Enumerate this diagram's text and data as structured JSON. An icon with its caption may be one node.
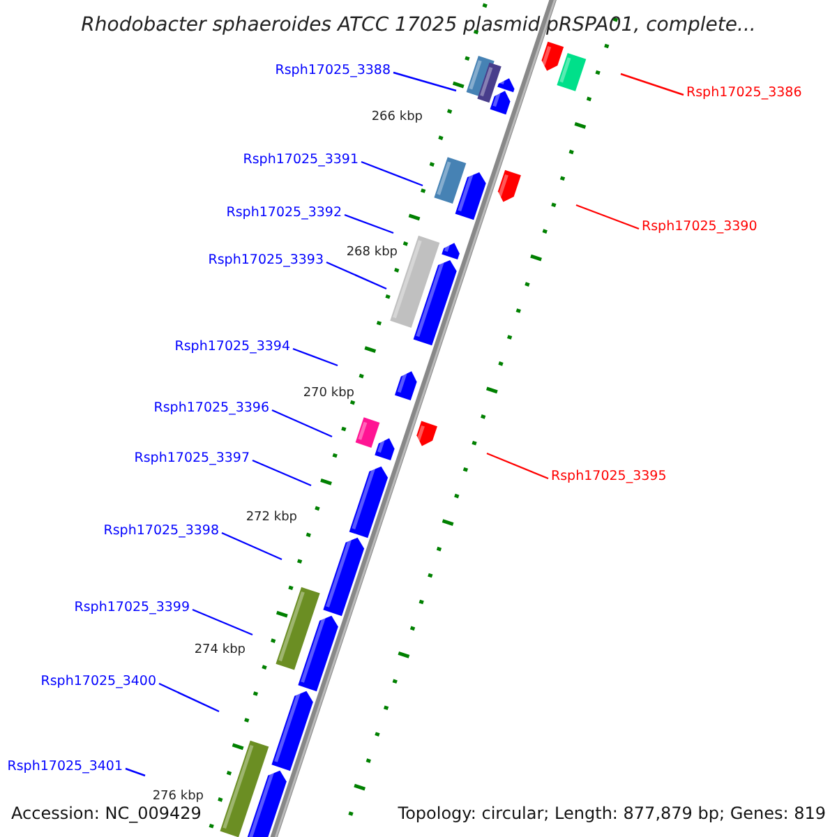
{
  "diagram": {
    "title": "Rhodobacter sphaeroides ATCC 17025 plasmid pRSPA01, complete...",
    "nodes": [
      {
        "text": [
          "Rsph17025_3388"
        ]
      },
      {
        "text": [
          "Rsph17025_3386"
        ]
      },
      {
        "text": [
          "Rsph17025_3391"
        ]
      },
      {
        "text": [
          "Rsph17025_3392"
        ]
      },
      {
        "text": [
          "Rsph17025_3390"
        ]
      },
      {
        "text": [
          "Rsph17025_3393"
        ]
      },
      {
        "text": [
          "Rsph17025_3394"
        ]
      },
      {
        "text": [
          "Rsph17025_3396"
        ]
      },
      {
        "text": [
          "Rsph17025_3397"
        ]
      },
      {
        "text": [
          "Rsph17025_3395"
        ]
      },
      {
        "text": [
          "Rsph17025_3398"
        ]
      },
      {
        "text": [
          "Rsph17025_3399"
        ]
      },
      {
        "text": [
          "Rsph17025_3400"
        ]
      },
      {
        "text": [
          "Rsph17025_3401"
        ]
      }
    ],
    "edges": [
      {
        "from": 0,
        "to": null,
        "arrow": "none"
      },
      {
        "from": 1,
        "to": null,
        "arrow": "none",
        "color": "#ff0000"
      },
      {
        "from": 2,
        "to": null,
        "arrow": "none"
      },
      {
        "from": 3,
        "to": null,
        "arrow": "none"
      },
      {
        "from": 4,
        "to": null,
        "arrow": "none",
        "color": "#ff0000"
      },
      {
        "from": 5,
        "to": null,
        "arrow": "none"
      },
      {
        "from": 6,
        "to": null,
        "arrow": "none"
      },
      {
        "from": 7,
        "to": null,
        "arrow": "none"
      },
      {
        "from": 8,
        "to": null,
        "arrow": "none"
      },
      {
        "from": 9,
        "to": null,
        "arrow": "none",
        "color": "#ff0000"
      },
      {
        "from": 10,
        "to": null,
        "arrow": "none"
      },
      {
        "from": 11,
        "to": null,
        "arrow": "none"
      },
      {
        "from": 12,
        "to": null,
        "arrow": "none"
      },
      {
        "from": 13,
        "to": null,
        "arrow": "none"
      }
    ],
    "labels": [
      "266 kbp",
      "268 kbp",
      "270 kbp",
      "272 kbp",
      "274 kbp",
      "276 kbp",
      "Accession: NC_009429",
      "Topology: circular; Length: 877,879 bp; Genes: 819"
    ]
  }
}
